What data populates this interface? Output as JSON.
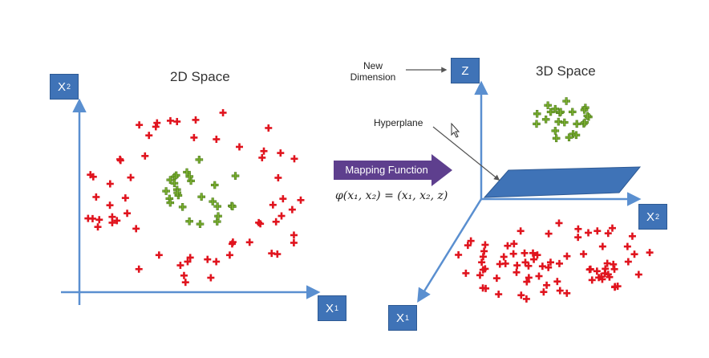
{
  "left_panel": {
    "title": "2D Space",
    "y_axis_label": "X",
    "y_axis_sub": "2",
    "x_axis_label": "X",
    "x_axis_sub": "1"
  },
  "right_panel": {
    "title": "3D Space",
    "z_axis_label": "Z",
    "x2_axis_label": "X",
    "x2_axis_sub": "2",
    "x1_axis_label": "X",
    "x1_axis_sub": "1",
    "new_dimension_line1": "New",
    "new_dimension_line2": "Dimension",
    "hyperplane_label": "Hyperplane"
  },
  "mapping": {
    "label": "Mapping Function",
    "formula": "φ(x₁, x₂) = (x₁, x₂, z)"
  },
  "colors": {
    "axis": "#5a8fd0",
    "axis_box": "#3f73b7",
    "red_point": "#e0141e",
    "green_point": "#7ab030",
    "arrow_fill": "#5e3f8e",
    "plane": "#3f73b7"
  }
}
